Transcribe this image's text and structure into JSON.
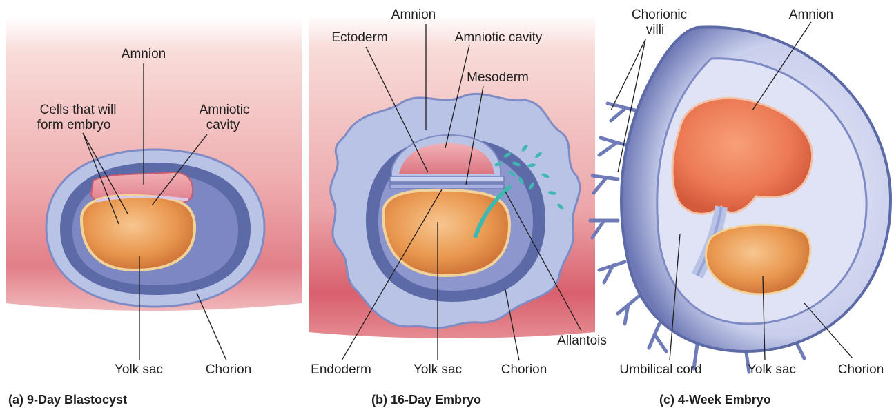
{
  "panels": [
    {
      "caption": "(a)  9-Day Blastocyst",
      "labels": {
        "amnion": "Amnion",
        "cells_line1": "Cells that will",
        "cells_line2": "form embryo",
        "amniotic_line1": "Amniotic",
        "amniotic_line2": "cavity",
        "yolk_sac": "Yolk sac",
        "chorion": "Chorion"
      }
    },
    {
      "caption": "(b)  16-Day Embryo",
      "labels": {
        "amnion": "Amnion",
        "ectoderm": "Ectoderm",
        "amniotic_cavity": "Amniotic cavity",
        "mesoderm": "Mesoderm",
        "allantois": "Allantois",
        "endoderm": "Endoderm",
        "yolk_sac": "Yolk sac",
        "chorion": "Chorion"
      }
    },
    {
      "caption": "(c)  4-Week Embryo",
      "labels": {
        "chorionic_line1": "Chorionic",
        "chorionic_line2": "villi",
        "amnion": "Amnion",
        "umbilical_cord": "Umbilical cord",
        "yolk_sac": "Yolk sac",
        "chorion": "Chorion"
      }
    }
  ],
  "colors": {
    "tissue": "#e8919a",
    "chorion_fill": "#b9c3e6",
    "chorion_dark": "#5d6aa8",
    "yolk": "#e59a52",
    "amnion_pink": "#e08590",
    "embryo": "#ec7a55",
    "mesoderm_cells": "#3fb8b0"
  }
}
